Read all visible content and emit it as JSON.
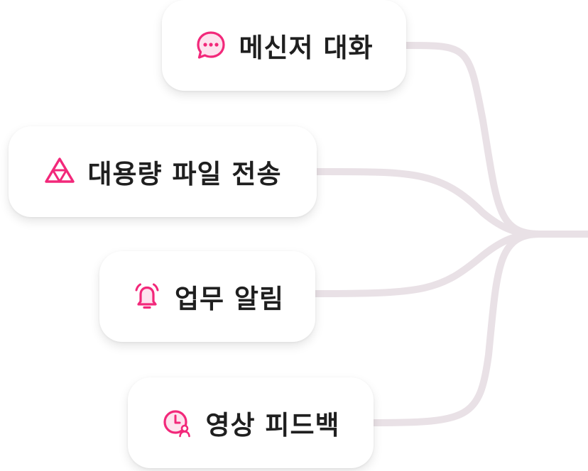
{
  "colors": {
    "accent": "#f2287a",
    "connector": "#e9e1e6",
    "text": "#1f1f1f",
    "card_bg": "#ffffff"
  },
  "features": [
    {
      "label": "메신저 대화",
      "icon": "chat-bubble-icon"
    },
    {
      "label": "대용량 파일 전송",
      "icon": "drive-triangle-icon"
    },
    {
      "label": "업무 알림",
      "icon": "bell-icon"
    },
    {
      "label": "영상 피드백",
      "icon": "clock-user-icon"
    }
  ]
}
